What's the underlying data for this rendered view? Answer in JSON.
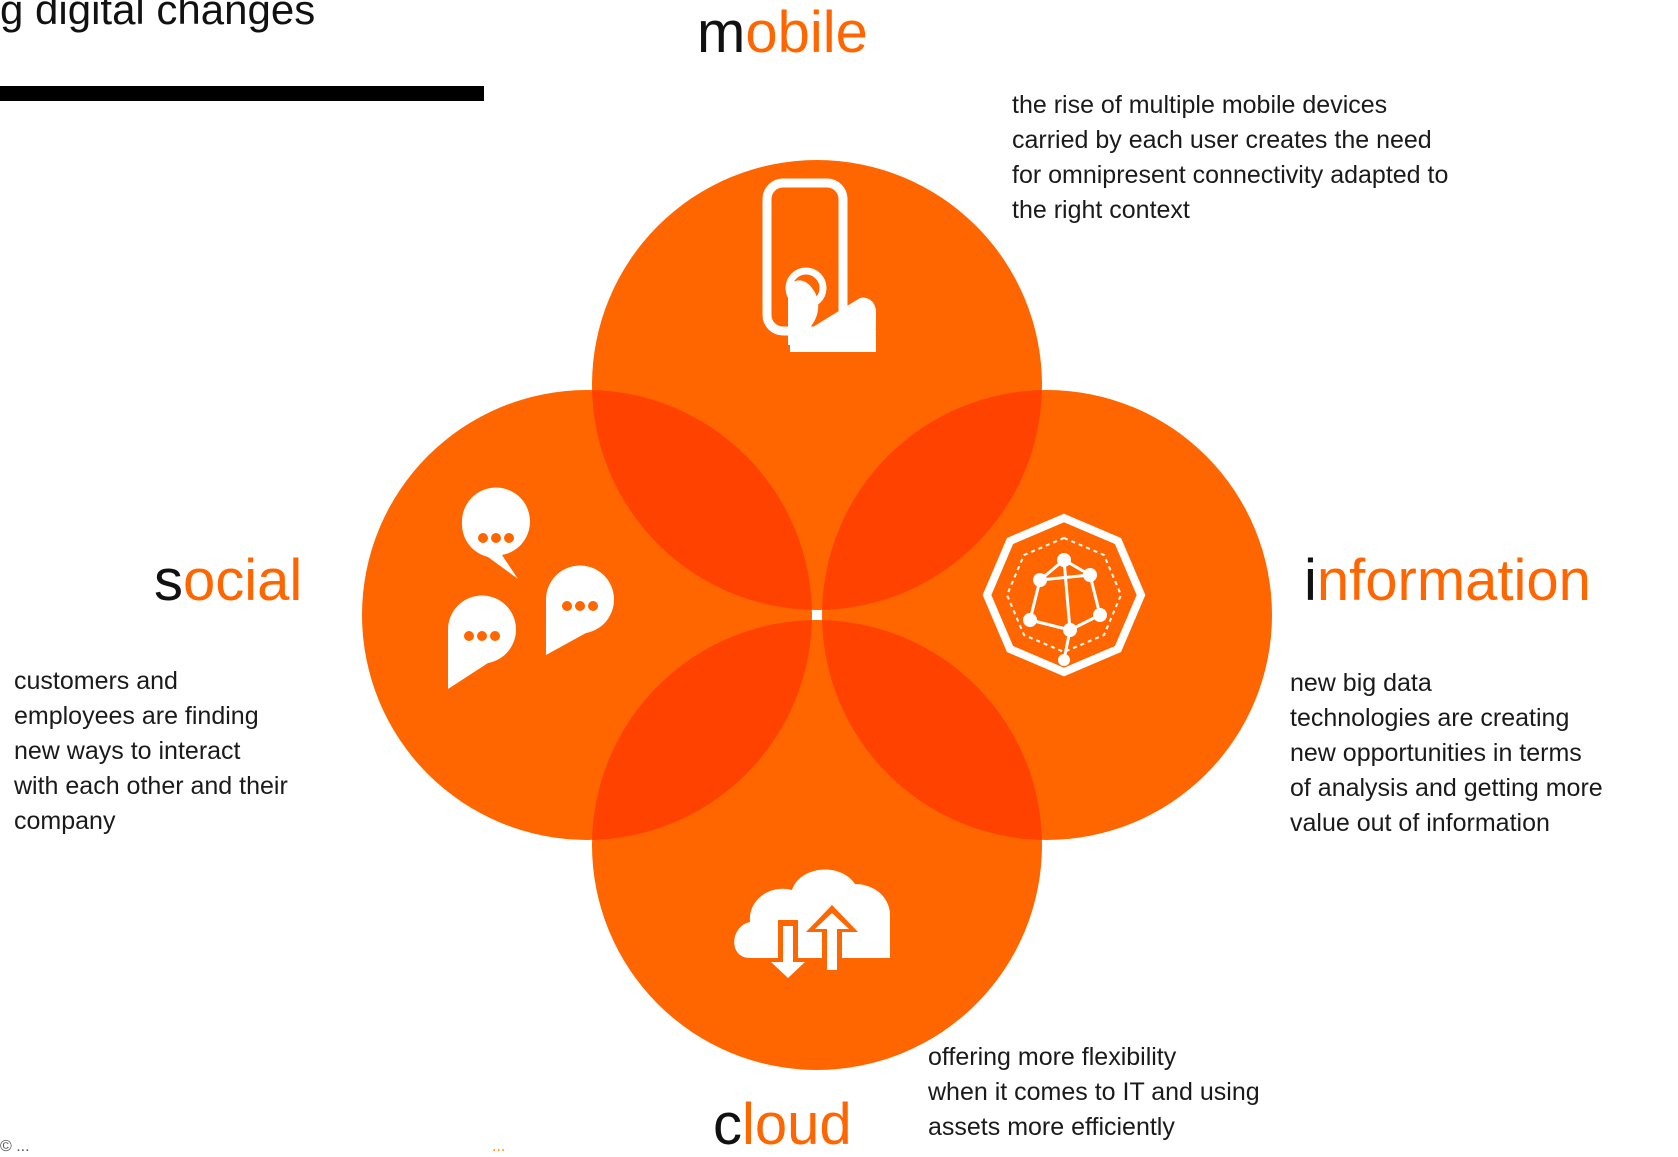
{
  "slide": {
    "title": "g digital changes"
  },
  "colors": {
    "petal": "#FF6600",
    "overlap": "#FF4200",
    "heading_first_letter": "#111111",
    "heading_rest": "#FF6600",
    "footer_left": "#555555",
    "footer_right": "#FF8C1A"
  },
  "circles": {
    "mobile": {
      "heading_first": "m",
      "heading_rest": "obile",
      "icon": "phone-touch-icon",
      "description": "the rise of multiple mobile devices\ncarried by each user creates the need\nfor omnipresent connectivity adapted to\nthe right  context"
    },
    "social": {
      "heading_first": "s",
      "heading_rest": "ocial",
      "icon": "chat-bubbles-icon",
      "description": "customers and\nemployees are finding\nnew ways to interact\nwith each other and their\ncompany"
    },
    "information": {
      "heading_first": "i",
      "heading_rest": "nformation",
      "icon": "network-octagon-icon",
      "description": "    new big data\ntechnologies are creating\nnew opportunities in terms\nof analysis and getting more\nvalue out of information"
    },
    "cloud": {
      "heading_first": "c",
      "heading_rest": "loud",
      "icon": "cloud-sync-icon",
      "description": "          offering more flexibility\nwhen it comes to IT and using\nassets more efficiently"
    }
  },
  "footer": {
    "left": "© ...",
    "right": "..."
  }
}
